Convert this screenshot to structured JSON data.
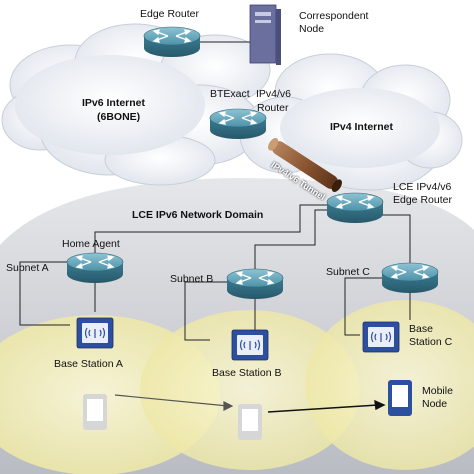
{
  "labels": {
    "edge_router": "Edge Router",
    "correspondent_node_line1": "Correspondent",
    "correspondent_node_line2": "Node",
    "ipv6_internet_line1": "IPv6 Internet",
    "ipv6_internet_line2": "(6BONE)",
    "btexact_router_line1": "BTExact",
    "btexact_router_line1b": "IPv4/v6",
    "btexact_router_line2": "Router",
    "ipv4_internet": "IPv4 Internet",
    "tunnel": "IPv4/v6 Tunnel",
    "lce_edge_router_line1": "LCE IPv4/v6",
    "lce_edge_router_line2": "Edge Router",
    "lce_domain": "LCE IPv6 Network Domain",
    "home_agent": "Home Agent",
    "subnet_a": "Subnet A",
    "subnet_b": "Subnet B",
    "subnet_c": "Subnet C",
    "base_station_a": "Base Station A",
    "base_station_b": "Base Station B",
    "base_station_c_line1": "Base",
    "base_station_c_line2": "Station C",
    "mobile_node_line1": "Mobile",
    "mobile_node_line2": "Node"
  },
  "icons": {
    "router": "router-icon",
    "server": "server-icon",
    "base_station": "base-station-icon",
    "mobile": "mobile-device-icon"
  },
  "colors": {
    "cloud": "#e9edf3",
    "domain": "#c9ccd2",
    "coverage": "#f2eeb4",
    "router": "#3f7f95",
    "tunnel": "#7a4a2a",
    "base_station": "#2d4fa0"
  }
}
